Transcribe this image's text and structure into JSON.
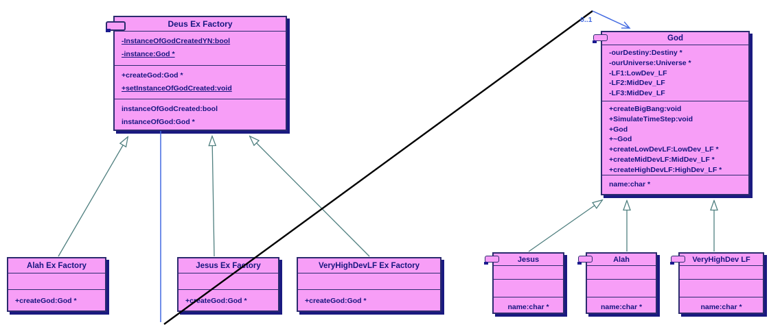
{
  "classes": [
    {
      "id": "deus-ex-factory",
      "title": "Deus Ex Factory",
      "sections": [
        {
          "items": [
            {
              "text": "-InstanceOfGodCreatedYN:bool",
              "underline": true
            },
            {
              "text": "-instance:God *",
              "underline": true
            }
          ]
        },
        {
          "items": [
            {
              "text": "+createGod:God *",
              "underline": false
            },
            {
              "text": "+setInstanceOfGodCreated:void",
              "underline": true
            }
          ]
        },
        {
          "items": [
            {
              "text": "instanceOfGodCreated:bool",
              "underline": false
            },
            {
              "text": "instanceOfGod:God *",
              "underline": false
            }
          ]
        }
      ]
    },
    {
      "id": "god",
      "title": "God",
      "sections": [
        {
          "items": [
            {
              "text": "-ourDestiny:Destiny *",
              "underline": false
            },
            {
              "text": "-ourUniverse:Universe *",
              "underline": false
            },
            {
              "text": "-LF1:LowDev_LF",
              "underline": false
            },
            {
              "text": "-LF2:MidDev_LF",
              "underline": false
            },
            {
              "text": "-LF3:MidDev_LF",
              "underline": false
            }
          ]
        },
        {
          "items": [
            {
              "text": "+createBigBang:void",
              "underline": false
            },
            {
              "text": "+SimulateTimeStep:void",
              "underline": false
            },
            {
              "text": "+God",
              "underline": false
            },
            {
              "text": "+~God",
              "underline": false
            },
            {
              "text": "+createLowDevLF:LowDev_LF *",
              "underline": false
            },
            {
              "text": "+createMidDevLF:MidDev_LF *",
              "underline": false
            },
            {
              "text": "+createHighDevLF:HighDev_LF *",
              "underline": false
            }
          ]
        },
        {
          "items": [
            {
              "text": "name:char *",
              "underline": false
            }
          ]
        }
      ]
    },
    {
      "id": "alah-ex-factory",
      "title": "Alah Ex Factory",
      "sections": [
        {
          "items": []
        },
        {
          "items": [
            {
              "text": "+createGod:God *",
              "underline": false
            }
          ]
        }
      ]
    },
    {
      "id": "jesus-ex-factory",
      "title": "Jesus Ex Factory",
      "sections": [
        {
          "items": []
        },
        {
          "items": [
            {
              "text": "+createGod:God *",
              "underline": false
            }
          ]
        }
      ]
    },
    {
      "id": "veryhighdevlf-ex-factory",
      "title": "VeryHighDevLF Ex Factory",
      "sections": [
        {
          "items": []
        },
        {
          "items": [
            {
              "text": "+createGod:God *",
              "underline": false
            }
          ]
        }
      ]
    },
    {
      "id": "jesus",
      "title": "Jesus",
      "sections": [
        {
          "items": []
        },
        {
          "items": []
        },
        {
          "items": [
            {
              "text": "name:char *",
              "underline": false
            }
          ]
        }
      ]
    },
    {
      "id": "alah",
      "title": "Alah",
      "sections": [
        {
          "items": []
        },
        {
          "items": []
        },
        {
          "items": [
            {
              "text": "name:char *",
              "underline": false
            }
          ]
        }
      ]
    },
    {
      "id": "veryhighdev-lf",
      "title": "VeryHighDev LF",
      "sections": [
        {
          "items": []
        },
        {
          "items": []
        },
        {
          "items": [
            {
              "text": "name:char *",
              "underline": false
            }
          ]
        }
      ]
    }
  ],
  "association": {
    "multiplicity": "0..1"
  },
  "colors": {
    "box_fill": "#F79EF7",
    "box_border": "#2B2B6E",
    "text": "#15157F",
    "shadow": "#1A1A80",
    "generalization_line": "#4F7F7F",
    "association_line": "#4169E1",
    "crossing_line": "#000000"
  }
}
